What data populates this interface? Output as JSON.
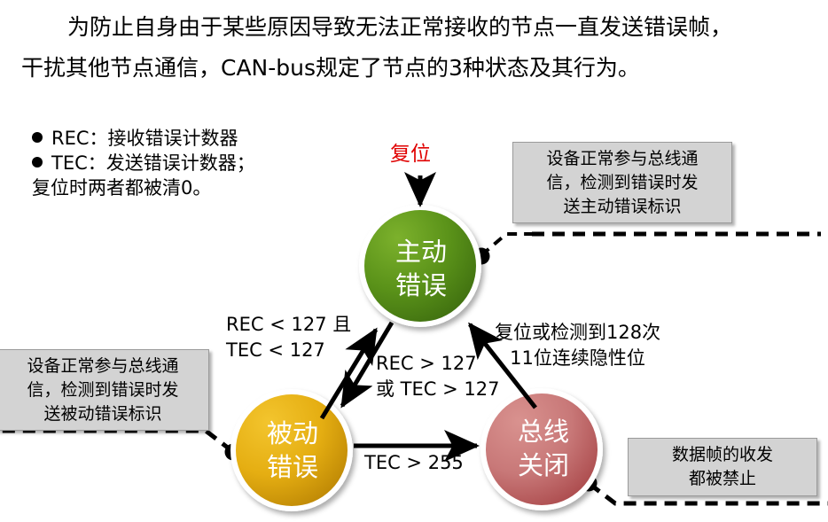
{
  "intro": {
    "line1": "为防止自身由于某些原因导致无法正常接收的节点一直发送错误帧，",
    "line2": "干扰其他节点通信，CAN-bus规定了节点的3种状态及其行为。"
  },
  "legend": {
    "items": [
      "REC：接收错误计数器",
      "TEC：发送错误计数器；"
    ],
    "note": "复位时两者都被清0。"
  },
  "callouts": {
    "active": {
      "lines": [
        "设备正常参与总线通",
        "信，检测到错误时发",
        "送主动错误标识"
      ]
    },
    "passive": {
      "lines": [
        "设备正常参与总线通",
        "信，检测到错误时发",
        "送被动错误标识"
      ]
    },
    "busoff": {
      "lines": [
        "数据帧的收发",
        "都被禁止"
      ]
    }
  },
  "nodes": {
    "active": {
      "line1": "主动",
      "line2": "错误",
      "color": "#5a9219",
      "color_dark": "#4a7a14"
    },
    "passive": {
      "line1": "被动",
      "line2": "错误",
      "color": "#e8b016",
      "color_dark": "#c8920a"
    },
    "busoff": {
      "line1": "总线",
      "line2": "关闭",
      "color": "#cc7b7b",
      "color_dark": "#b04a4a"
    }
  },
  "edges": {
    "reset": "复位",
    "to_active": {
      "line1": "REC < 127 且",
      "line2": "TEC < 127"
    },
    "to_passive": {
      "line1": "REC > 127",
      "line2": "或 TEC > 127"
    },
    "recover": {
      "line1": "复位或检测到128次",
      "line2": "11位连续隐性位"
    },
    "to_busoff": "TEC > 255"
  },
  "colors": {
    "callout_bg": "#d3d3d3",
    "callout_border": "#9a9a9a",
    "reset_text": "#e00000",
    "page_bg": "#ffffff",
    "arrow": "#000000"
  }
}
